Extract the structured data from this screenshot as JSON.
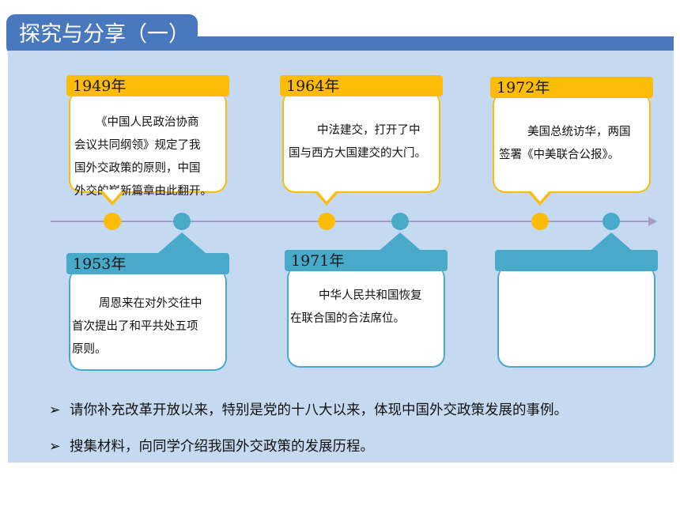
{
  "header": {
    "title": "探究与分享（一）"
  },
  "cards": {
    "y1949": {
      "year": "1949年",
      "lines": [
        "《中国人民政治协商",
        "会议共同纲领》规定了我",
        "国外交政策的原则，中国",
        "外交的崭新篇章由此翻开。"
      ]
    },
    "y1964": {
      "year": "1964年",
      "lines": [
        "中法建交，打开了中",
        "国与西方大国建交的大门。"
      ]
    },
    "y1972": {
      "year": "1972年",
      "lines": [
        "美国总统访华，两国",
        "签署《中美联合公报》。"
      ]
    },
    "y1953": {
      "year": "1953年",
      "lines": [
        "周恩来在对外交往中",
        "首次提出了和平共处五项",
        "原则。"
      ]
    },
    "y1971": {
      "year": "1971年",
      "lines": [
        "中华人民共和国恢复",
        "在联合国的合法席位。"
      ]
    },
    "blank": {
      "year": "",
      "lines": []
    }
  },
  "bullets": {
    "marker": "➢",
    "items": [
      "请你补充改革开放以来，特别是党的十八大以来，体现中国外交政策发展的事例。",
      "搜集材料，向同学介绍我国外交政策的发展历程。"
    ]
  },
  "colors": {
    "header_blue": "#4a78be",
    "panel": "#c5daf0",
    "yellow": "#fcbc09",
    "teal": "#48a9c9",
    "timeline": "#a79dc8"
  }
}
